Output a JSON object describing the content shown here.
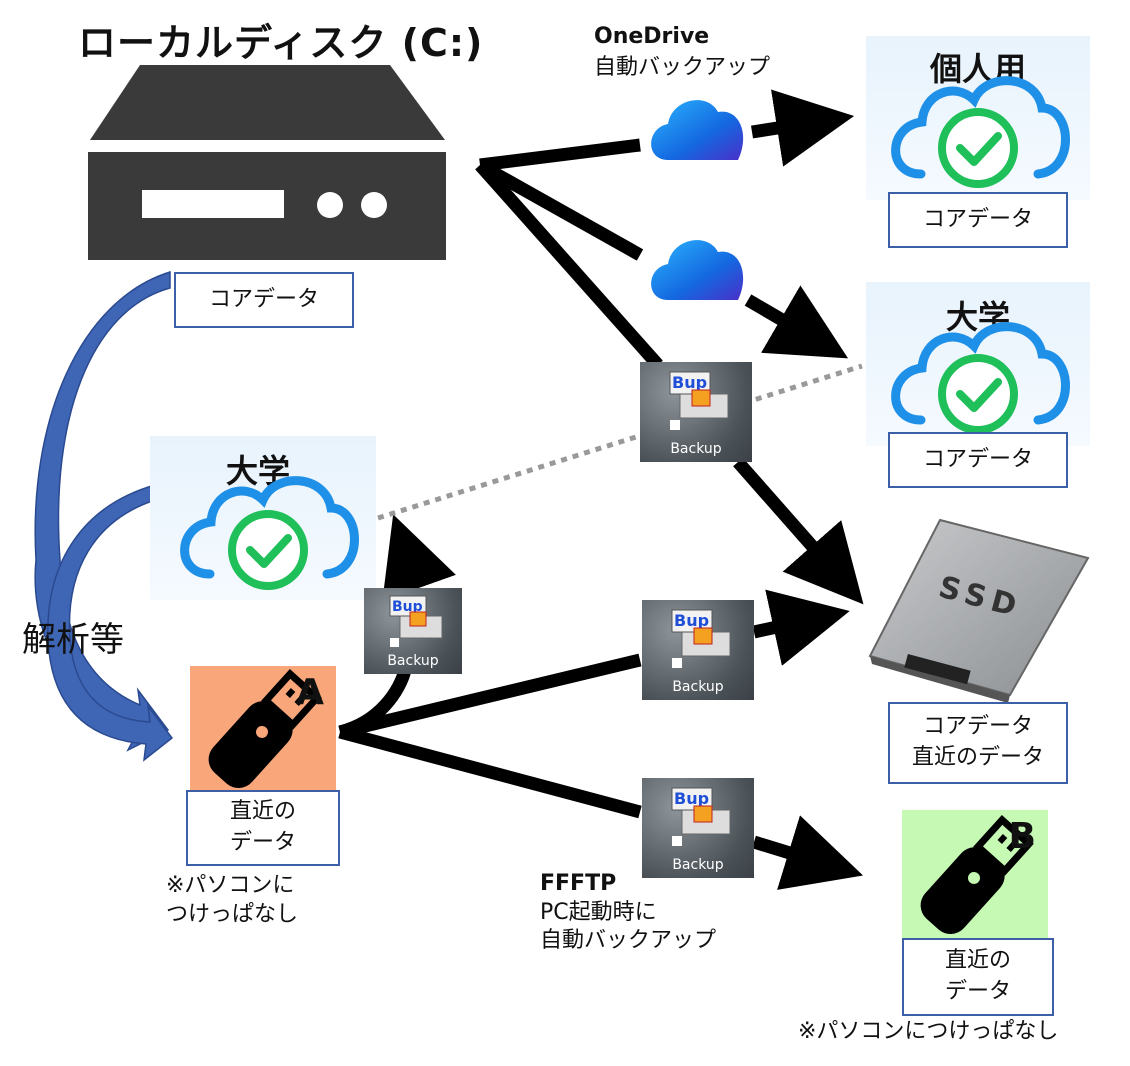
{
  "title": "ローカルディスク (C:)",
  "onedrive": {
    "name": "OneDrive",
    "desc": "自動バックアップ"
  },
  "ffftp": {
    "name": "FFFTP",
    "desc_line1": "PC起動時に",
    "desc_line2": "自動バックアップ"
  },
  "local": {
    "box": "コアデータ"
  },
  "cloud_personal": {
    "label": "個人用",
    "box": "コアデータ"
  },
  "cloud_univ_right": {
    "label": "大学",
    "box": "コアデータ"
  },
  "cloud_univ_left": {
    "label": "大学"
  },
  "ssd": {
    "text": "SSD",
    "box_line1": "コアデータ",
    "box_line2": "直近のデータ"
  },
  "usb_a": {
    "letter": "A",
    "box_line1": "直近の",
    "box_line2": "データ",
    "note_line1": "※パソコンに",
    "note_line2": "つけっぱなし"
  },
  "usb_b": {
    "letter": "B",
    "box_line1": "直近の",
    "box_line2": "データ",
    "note": "※パソコンにつけっぱなし"
  },
  "analysis": "解析等",
  "backup_icon_label": "Backup",
  "colors": {
    "arrow": "#000000",
    "blue_arrow": "#3f65b5",
    "usb_a_bg": "#f9a77a",
    "usb_b_bg": "#c6f9b4",
    "check": "#1fbf5a",
    "cloud": "#1e90e8"
  }
}
